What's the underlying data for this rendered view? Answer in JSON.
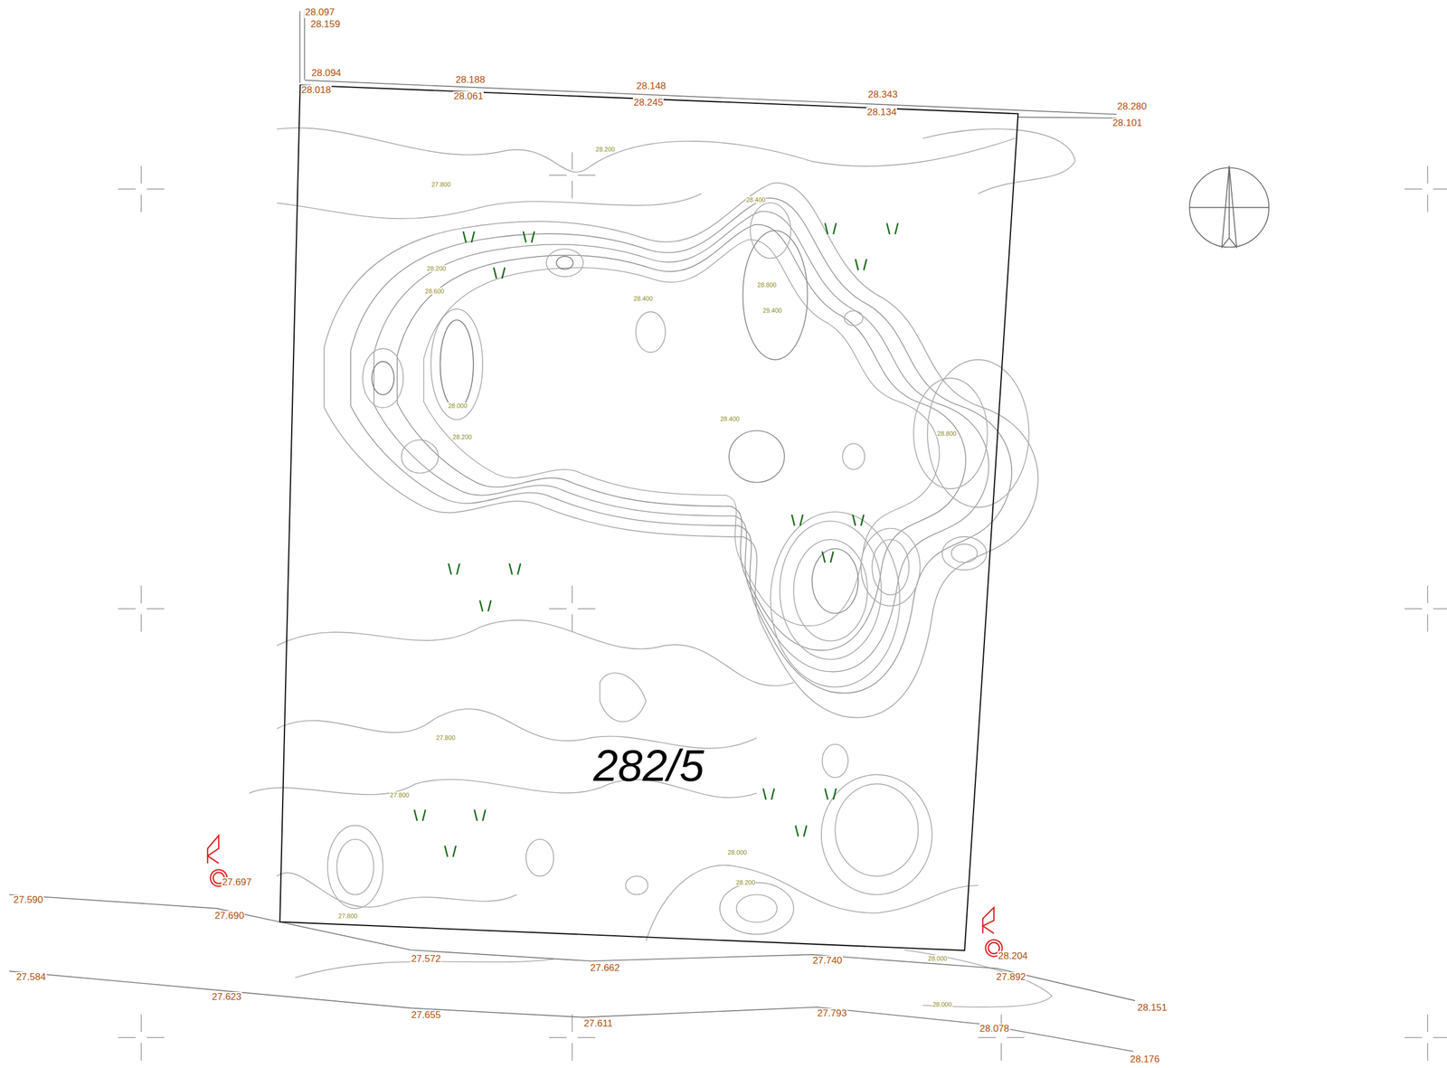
{
  "diagram": {
    "nodes": [
      {
        "text": [
          "282/5"
        ]
      }
    ],
    "labels": [
      "28.097",
      "28.159",
      "28.094",
      "28.018",
      "28.188",
      "28.061",
      "28.148",
      "28.245",
      "28.343",
      "28.134",
      "28.280",
      "28.101",
      "27.697",
      "27.590",
      "27.690",
      "27.572",
      "27.662",
      "27.740",
      "28.204",
      "27.892",
      "28.151",
      "27.584",
      "27.623",
      "27.655",
      "27.611",
      "27.793",
      "28.078",
      "28.176",
      "28.200",
      "27.800",
      "28.200",
      "28.600",
      "28.400",
      "28.800",
      "29.400",
      "28.400",
      "28.000",
      "28.200",
      "28.400",
      "28.800",
      "27.800",
      "27.800",
      "27.800",
      "28.000",
      "28.200",
      "28.000",
      "28.000"
    ]
  }
}
